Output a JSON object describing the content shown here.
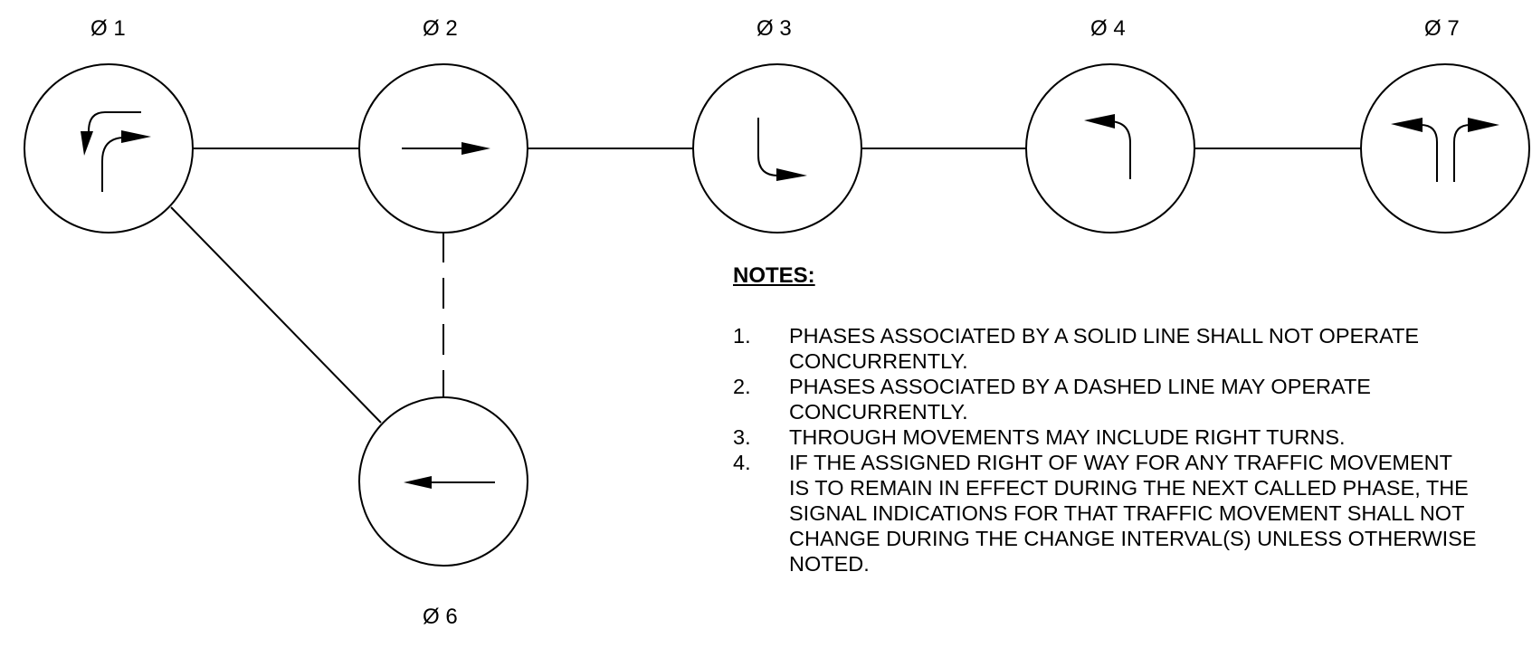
{
  "phases": [
    {
      "id": "p1",
      "label": "Ø 1",
      "movement": "left-and-right-turn-arrows"
    },
    {
      "id": "p2",
      "label": "Ø 2",
      "movement": "through-east-arrow"
    },
    {
      "id": "p3",
      "label": "Ø 3",
      "movement": "right-turn-arrow"
    },
    {
      "id": "p4",
      "label": "Ø 4",
      "movement": "left-turn-arrow"
    },
    {
      "id": "p7",
      "label": "Ø 7",
      "movement": "left-and-right-turn-arrows"
    },
    {
      "id": "p6",
      "label": "Ø 6",
      "movement": "through-west-arrow"
    }
  ],
  "connections": [
    {
      "from": "Ø 1",
      "to": "Ø 2",
      "style": "solid"
    },
    {
      "from": "Ø 2",
      "to": "Ø 3",
      "style": "solid"
    },
    {
      "from": "Ø 3",
      "to": "Ø 4",
      "style": "solid"
    },
    {
      "from": "Ø 4",
      "to": "Ø 7",
      "style": "solid"
    },
    {
      "from": "Ø 1",
      "to": "Ø 6",
      "style": "solid"
    },
    {
      "from": "Ø 2",
      "to": "Ø 6",
      "style": "dashed"
    }
  ],
  "notes": {
    "title": "NOTES:",
    "items": [
      {
        "num": "1.",
        "text": "PHASES ASSOCIATED BY A SOLID LINE SHALL NOT OPERATE CONCURRENTLY."
      },
      {
        "num": "2.",
        "text": "PHASES ASSOCIATED BY A DASHED LINE MAY OPERATE CONCURRENTLY."
      },
      {
        "num": "3.",
        "text": "THROUGH MOVEMENTS MAY INCLUDE RIGHT TURNS."
      },
      {
        "num": "4.",
        "text": "IF THE ASSIGNED RIGHT OF WAY FOR ANY TRAFFIC MOVEMENT IS TO REMAIN IN EFFECT DURING THE NEXT CALLED PHASE, THE SIGNAL INDICATIONS FOR THAT TRAFFIC MOVEMENT SHALL NOT CHANGE DURING THE CHANGE INTERVAL(S) UNLESS OTHERWISE NOTED."
      }
    ]
  }
}
